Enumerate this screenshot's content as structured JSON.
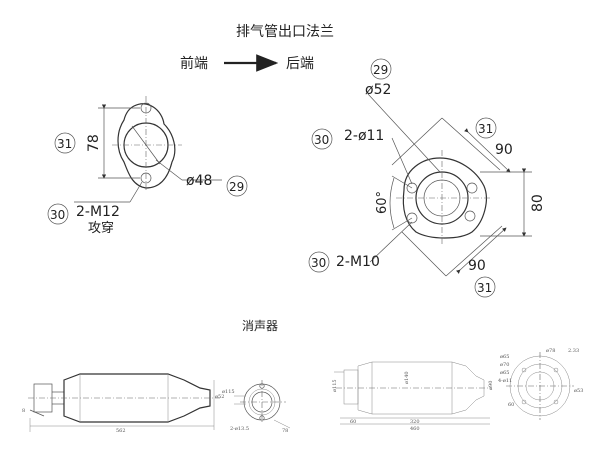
{
  "header": {
    "title": "排气管出口法兰",
    "front_label": "前端",
    "rear_label": "后端"
  },
  "flange_left": {
    "dim_height": "78",
    "dim_bore": "ø48",
    "thread_spec": "2-M12",
    "thread_note": "攻穿",
    "callouts": {
      "a": "31",
      "b": "29",
      "c": "30"
    }
  },
  "flange_right": {
    "dim_bore": "ø52",
    "hole_spec": "2-ø11",
    "thread_spec": "2-M10",
    "angle": "60°",
    "dim_width_top": "90",
    "dim_width_bottom": "90",
    "dim_height": "80",
    "callouts": {
      "top": "29",
      "left_top": "30",
      "right_top": "31",
      "left_bottom": "30",
      "right_bottom": "31"
    }
  },
  "muffler": {
    "section_title": "消声器",
    "left_drawing": {
      "length": "562",
      "dia_outlet_1": "ø52",
      "dia_outlet_2": "ø115",
      "flange_note": "2-ø13.5",
      "flange_offset": "78",
      "side_mark": "8"
    },
    "right_drawing": {
      "dia_left": "ø115",
      "dia_body": "ø140",
      "dia_end": "ø90",
      "len_a": "60",
      "len_b": "320",
      "len_total": "460",
      "flange_1": "ø78",
      "flange_2": "2.33",
      "flange_3": "ø65",
      "flange_4": "ø70",
      "flange_5": "ø65",
      "flange_6": "4-ø11",
      "flange_7": "ø53",
      "flange_8": "60"
    }
  }
}
